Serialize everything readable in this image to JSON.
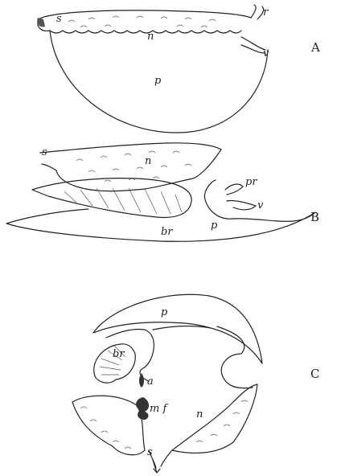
{
  "panels": [
    {
      "letter": "A",
      "labels": {
        "s": "s",
        "n": "n",
        "p": "p",
        "r": "r",
        "v": "v"
      }
    },
    {
      "letter": "B",
      "labels": {
        "s": "s",
        "n": "n",
        "pr": "pr",
        "v": "v",
        "br": "br",
        "p": "p"
      }
    },
    {
      "letter": "C",
      "labels": {
        "p": "p",
        "br": "br",
        "a": "a",
        "mf": "m f",
        "n": "n",
        "s": "s"
      }
    }
  ]
}
